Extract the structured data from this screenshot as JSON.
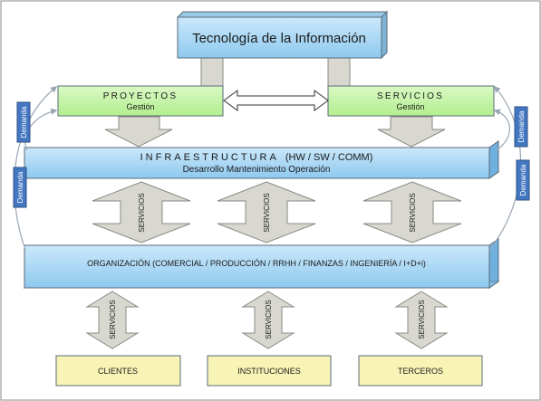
{
  "diagram": {
    "top": {
      "title": "Tecnología de la Información"
    },
    "proyectos": {
      "title": "PROYECTOS",
      "subtitle": "Gestión"
    },
    "servicios_box": {
      "title": "SERVICIOS",
      "subtitle": "Gestión"
    },
    "infra": {
      "title": "INFRAESTRUCTURA",
      "suffix": "(HW / SW / COMM)",
      "subtitle": "Desarrollo Mantenimiento Operación"
    },
    "organizacion": {
      "label": "ORGANIZACIÓN (COMERCIAL / PRODUCCIÓN / RRHH / FINANZAS / INGENIERÍA / I+D+i)"
    },
    "bottom_boxes": [
      "CLIENTES",
      "INSTITUCIONES",
      "TERCEROS"
    ],
    "arrow_label": "SERVICIOS",
    "demanda_label": "Demanda"
  },
  "colors": {
    "top_box": "#b7dcf3",
    "green_box": "#c6f5a9",
    "infra_box": "#a8d8f5",
    "org_box": "#a8d8f5",
    "yellow_box": "#f7f4b6",
    "arrow_fill": "#d8d8d0",
    "tag_fill": "#4477c1",
    "border": "#5a6b7a"
  }
}
